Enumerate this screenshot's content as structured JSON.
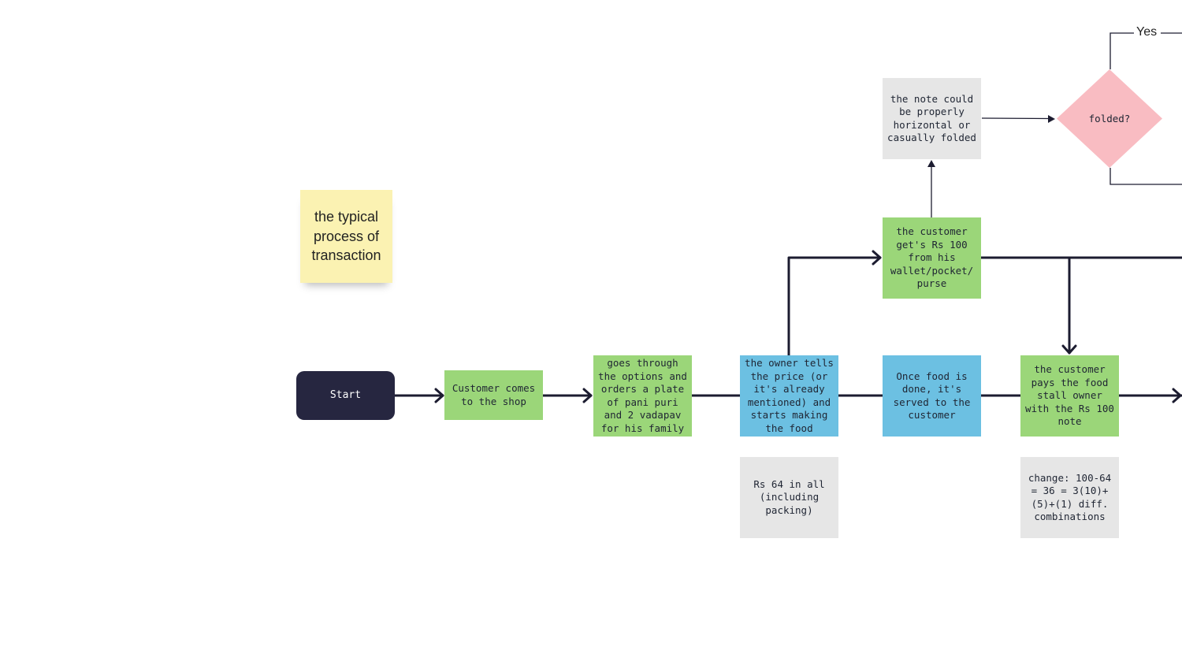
{
  "sticky_note": {
    "text": "the typical process of transaction",
    "color": "#fbf2b2"
  },
  "nodes": {
    "start": "Start",
    "customer_comes": "Customer comes to the shop",
    "goes_through": "goes through the options and orders a plate of pani puri and 2 vadapav for his family",
    "owner_tells": "the owner tells the price (or it's already mentioned) and starts making the food",
    "once_food_done": "Once food is done, it's served to the customer",
    "customer_pays": "the customer pays the food stall owner with the Rs 100 note",
    "customer_gets": "the customer get's Rs 100 from his wallet/pocket/ purse",
    "note_folded": "the note could be properly horizontal or casually folded",
    "folded_decision": "folded?",
    "price_note": "Rs 64 in all (including packing)",
    "change_note": "change: 100-64 = 36 = 3(10)+ (5)+(1) diff. combinations"
  },
  "edge_labels": {
    "yes": "Yes"
  },
  "colors": {
    "process_green": "#9bd679",
    "process_blue": "#6cc0e2",
    "note_grey": "#e6e6e6",
    "start_dark": "#262640",
    "decision_pink": "#f9bcc2",
    "connector": "#1c1c30"
  }
}
